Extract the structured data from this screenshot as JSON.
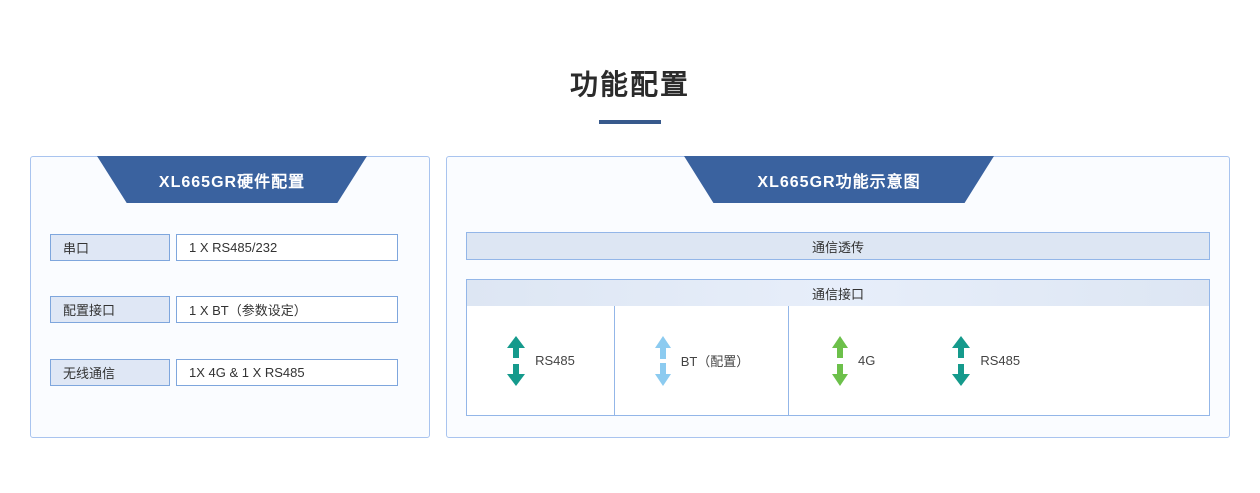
{
  "page": {
    "title": "功能配置",
    "accent_color": "#37598c",
    "ribbon_color": "#3a629f",
    "panel_border_color": "#a9c4ef"
  },
  "left_panel": {
    "ribbon_title": "XL665GR硬件配置",
    "rows": [
      {
        "label": "串口",
        "value": "1 X RS485/232"
      },
      {
        "label": "配置接口",
        "value": "1 X BT（参数设定）"
      },
      {
        "label": "无线通信",
        "value": "1X 4G & 1 X RS485"
      }
    ]
  },
  "right_panel": {
    "ribbon_title": "XL665GR功能示意图",
    "bar_transparent": "通信透传",
    "bar_interface": "通信接口",
    "interfaces": [
      {
        "label": "RS485",
        "arrow_color": "#159a8c",
        "icon": "double-arrow-vertical-icon"
      },
      {
        "label": "BT（配置）",
        "arrow_color": "#8ccbf0",
        "icon": "double-arrow-vertical-icon"
      },
      {
        "label": "4G",
        "arrow_color": "#6cc04a",
        "icon": "double-arrow-vertical-icon"
      },
      {
        "label": "RS485",
        "arrow_color": "#159a8c",
        "icon": "double-arrow-vertical-icon"
      }
    ]
  }
}
